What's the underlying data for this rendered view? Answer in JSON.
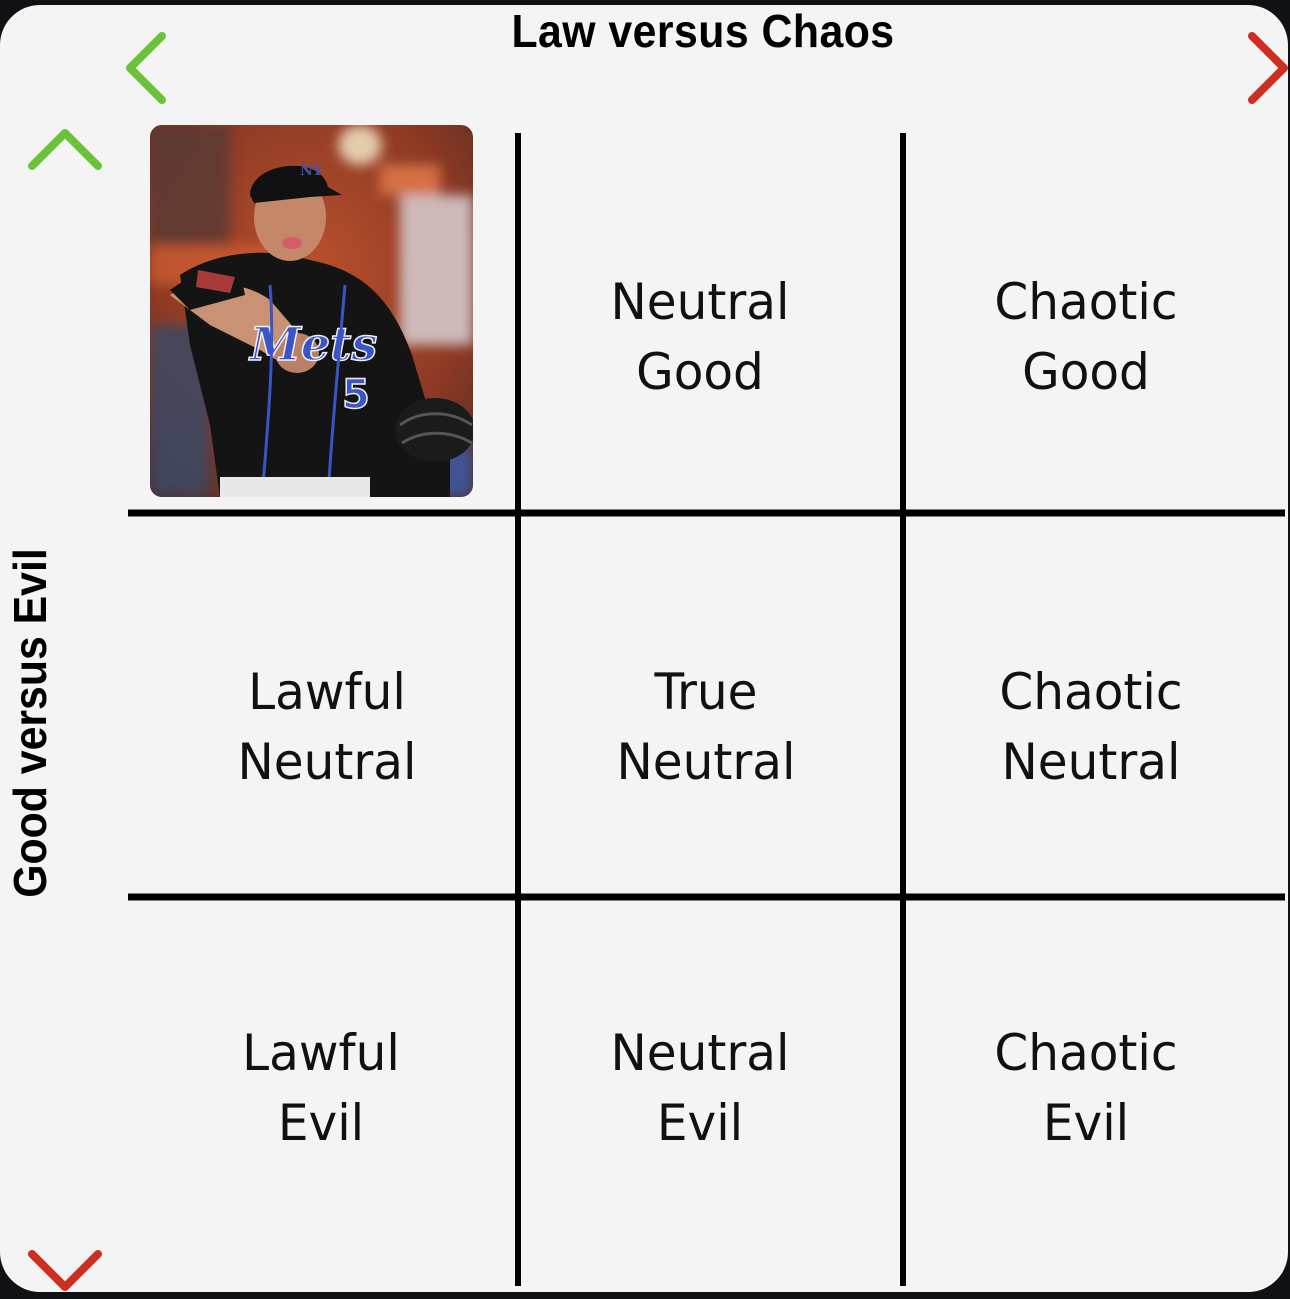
{
  "chart": {
    "title_horizontal": "Law versus Chaos",
    "title_vertical": "Good versus Evil",
    "colors": {
      "good_green": "#6cc23a",
      "mid_olive": "#8a7a2a",
      "evil_red": "#cc2e22",
      "grid": "#000000",
      "background": "#f4f4f4",
      "frame": "#0f1115"
    },
    "cells": [
      {
        "id": "lawful-good",
        "line1": "",
        "line2": "",
        "image": "baseball player in black Mets #5 jersey throwing"
      },
      {
        "id": "neutral-good",
        "line1": "Neutral",
        "line2": "Good"
      },
      {
        "id": "chaotic-good",
        "line1": "Chaotic",
        "line2": "Good"
      },
      {
        "id": "lawful-neutral",
        "line1": "Lawful",
        "line2": "Neutral"
      },
      {
        "id": "true-neutral",
        "line1": "True",
        "line2": "Neutral"
      },
      {
        "id": "chaotic-neutral",
        "line1": "Chaotic",
        "line2": "Neutral"
      },
      {
        "id": "lawful-evil",
        "line1": "Lawful",
        "line2": "Evil"
      },
      {
        "id": "neutral-evil",
        "line1": "Neutral",
        "line2": "Evil"
      },
      {
        "id": "chaotic-evil",
        "line1": "Chaotic",
        "line2": "Evil"
      }
    ],
    "photo": {
      "jersey_text": "Mets",
      "jersey_number": "5"
    }
  }
}
